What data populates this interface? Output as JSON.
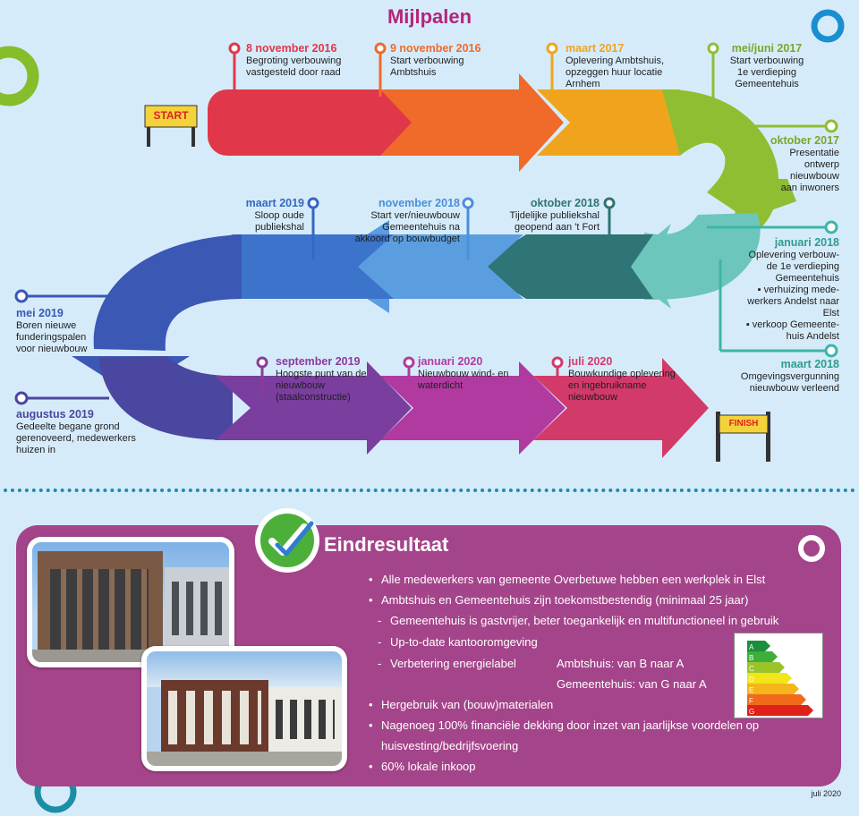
{
  "title": "Mijlpalen",
  "signs": {
    "start": "START",
    "finish": "FINISH"
  },
  "milestones": [
    {
      "date": "8 november 2016",
      "text": "Begroting verbouwing\nvastgesteld door raad",
      "color": "#e0384a"
    },
    {
      "date": "9 november 2016",
      "text": "Start verbouwing\nAmbtshuis",
      "color": "#f06a2a"
    },
    {
      "date": "maart 2017",
      "text": "Oplevering Ambtshuis,\nopzeggen huur locatie\nArnhem",
      "color": "#f0a41e"
    },
    {
      "date": "mei/juni 2017",
      "text": "Start verbouwing\n1e verdieping\nGemeentehuis",
      "color": "#8fbe32"
    },
    {
      "date": "oktober 2017",
      "text": "Presentatie\nontwerp\nnieuwbouw\naan inwoners",
      "color": "#8fbe32"
    },
    {
      "date": "januari 2018",
      "text": "Oplevering verbouw-\nde 1e verdieping\nGemeentehuis\n▪ verhuizing mede-\nwerkers Andelst naar\nElst\n▪ verkoop Gemeente-\nhuis Andelst",
      "color": "#3eb5a8"
    },
    {
      "date": "maart 2018",
      "text": "Omgevingsvergunning\nnieuwbouw verleend",
      "color": "#3eb5a8"
    },
    {
      "date": "oktober 2018",
      "text": "Tijdelijke publiekshal\ngeopend aan 't Fort",
      "color": "#2f7476"
    },
    {
      "date": "november 2018",
      "text": "Start ver/nieuwbouw\nGemeentehuis na\nakkoord op bouwbudget",
      "color": "#4a8fd8"
    },
    {
      "date": "maart 2019",
      "text": "Sloop oude\npubliekshal",
      "color": "#3468c0"
    },
    {
      "date": "mei 2019",
      "text": "Boren nieuwe\nfunderingspalen\nvoor nieuwbouw",
      "color": "#3a58b4"
    },
    {
      "date": "augustus 2019",
      "text": "Gedeelte begane grond\ngerenoveerd, medewerkers\nhuizen in",
      "color": "#4a47a0"
    },
    {
      "date": "september 2019",
      "text": "Hoogste punt van de\nnieuwbouw\n(staalconstructie)",
      "color": "#8c3a9c"
    },
    {
      "date": "januari 2020",
      "text": "Nieuwbouw wind- en\nwaterdicht",
      "color": "#b13aa0"
    },
    {
      "date": "juli 2020",
      "text": "Bouwkundige oplevering\nen ingebruikname\nnieuwbouw",
      "color": "#d23a6a"
    }
  ],
  "result": {
    "title": "Eindresultaat",
    "bullets": [
      {
        "marker": "•",
        "text": "Alle medewerkers van gemeente Overbetuwe hebben een werkplek in Elst"
      },
      {
        "marker": "•",
        "text": "Ambtshuis en Gemeentehuis zijn toekomstbestendig (minimaal 25 jaar)"
      },
      {
        "marker": "-",
        "text": "Gemeentehuis is gastvrijer, beter toegankelijk en multifunctioneel in gebruik"
      },
      {
        "marker": "-",
        "text": "Up-to-date kantooromgeving"
      },
      {
        "marker": "-",
        "text": "Verbetering energielabel"
      },
      {
        "marker": "•",
        "text": "Hergebruik van (bouw)materialen"
      },
      {
        "marker": "•",
        "text": "Nagenoeg 100% financiële dekking door inzet van jaarlijkse voordelen op"
      },
      {
        "marker": "",
        "text": "huisvesting/bedrijfsvoering"
      },
      {
        "marker": "•",
        "text": "60% lokale inkoop"
      }
    ],
    "energy_ambtshuis": "Ambtshuis: van B naar A",
    "energy_gemeentehuis": "Gemeentehuis: van G naar A",
    "energy_letters": [
      "A",
      "B",
      "C",
      "D",
      "E",
      "F",
      "G"
    ]
  },
  "footer": "juli 2020",
  "colors": {
    "background": "#d6ebfa",
    "panel": "#a4448a",
    "title": "#b5237c",
    "dots": "#1c8fa3"
  }
}
